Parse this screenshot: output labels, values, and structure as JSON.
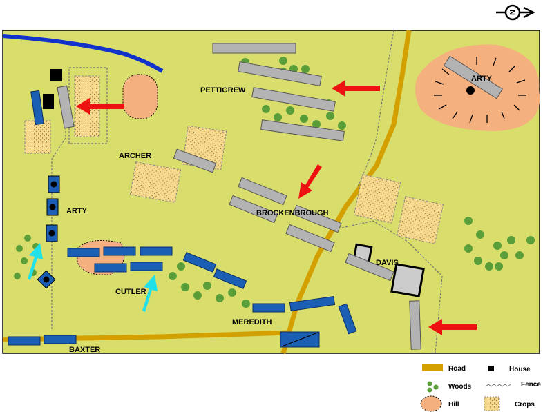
{
  "labels": {
    "pettigrew": "PETTIGREW",
    "archer": "ARCHER",
    "arty_left": "ARTY",
    "arty_right": "ARTY",
    "brockenbrough": "BROCKENBROUGH",
    "davis": "DAVIS",
    "cutler": "CUTLER",
    "meredith": "MEREDITH",
    "baxter": "BAXTER"
  },
  "legend": {
    "road": "Road",
    "house": "House",
    "woods": "Woods",
    "fence": "Fence",
    "hill": "Hill",
    "crops": "Crops"
  },
  "compass": {
    "letter": "N"
  },
  "colors": {
    "field": "#d9dd6b",
    "road": "#d4a000",
    "union": "#1a5fb4",
    "confederate": "#b3b3b3",
    "arrow_confederate": "#ee1111",
    "arrow_union": "#22e0e8",
    "woods": "#5a9e3a",
    "hill": "#f5b07f",
    "crops": "#f6d98c",
    "stream": "#1133cc"
  }
}
